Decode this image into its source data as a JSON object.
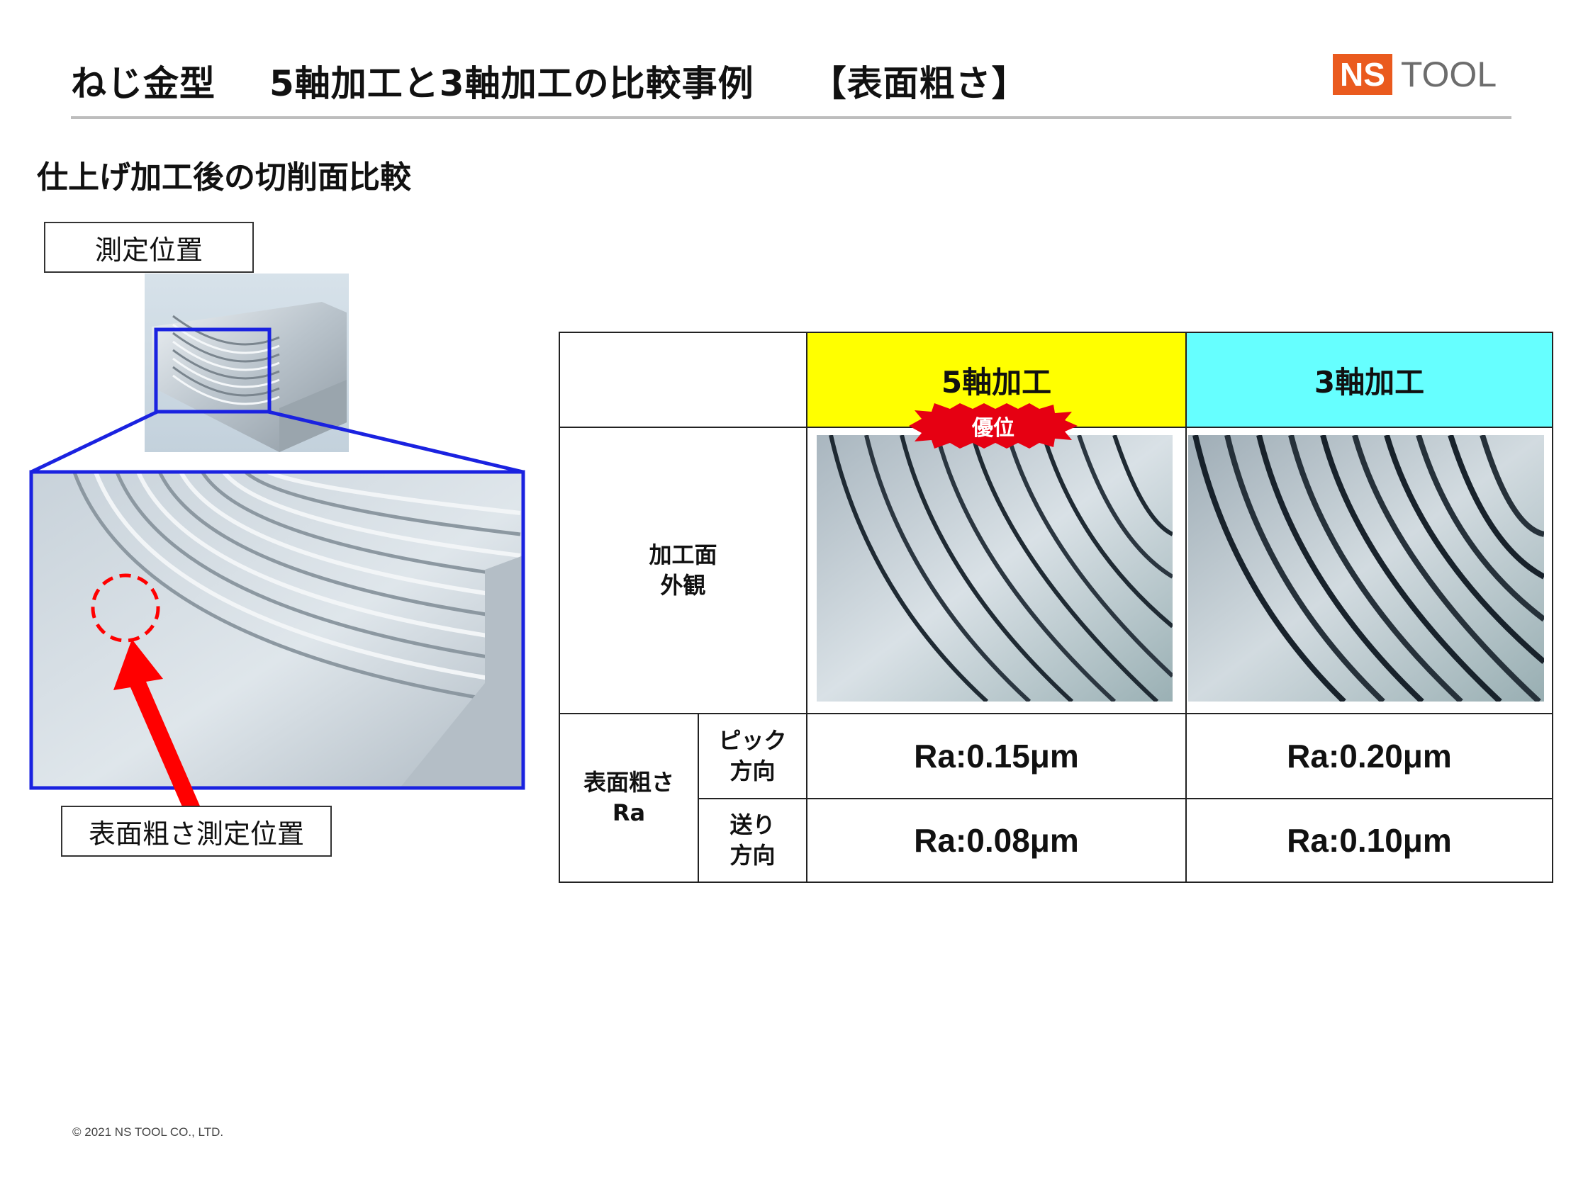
{
  "header": {
    "title_part1": "ねじ金型",
    "title_part2": "5軸加工と3軸加工の比較事例",
    "title_part3": "【表面粗さ】",
    "logo_ns": "NS",
    "logo_tool": "TOOL"
  },
  "subtitle": "仕上げ加工後の切削面比較",
  "labels": {
    "measure_position": "測定位置",
    "roughness_measure_position": "表面粗さ測定位置"
  },
  "table": {
    "col_5axis": "5軸加工",
    "col_3axis": "3軸加工",
    "badge": "優位",
    "row_appearance": [
      "加工面",
      "外観"
    ],
    "row_roughness": [
      "表面粗さ",
      "Ra"
    ],
    "pick_direction": [
      "ピック",
      "方向"
    ],
    "feed_direction": [
      "送り",
      "方向"
    ],
    "pick_5axis": "Ra:0.15μm",
    "pick_3axis": "Ra:0.20μm",
    "feed_5axis": "Ra:0.08μm",
    "feed_3axis": "Ra:0.10μm"
  },
  "colors": {
    "highlight_5axis": "#ffff00",
    "highlight_3axis": "#66ffff",
    "badge": "#e60012",
    "logo_orange": "#ea5a1e",
    "callout_blue": "#1a22e0",
    "arrow_red": "#ff0000"
  },
  "footer": {
    "copyright": "© 2021 NS TOOL CO., LTD."
  }
}
